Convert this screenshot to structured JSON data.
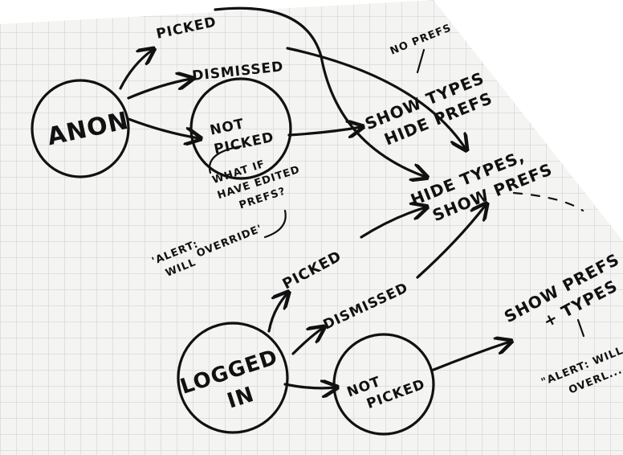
{
  "colors": {
    "paper": "#f4f4f2",
    "grid": "#c9ccd2",
    "ink": "#111111",
    "background": "#ffffff"
  },
  "diagram": {
    "anon_state": "ANON",
    "anon_picked": "PICKED",
    "anon_dismissed": "DISMISSED",
    "anon_not_picked_line1": "NOT",
    "anon_not_picked_line2": "PICKED",
    "no_prefs_note": "NO PREFS",
    "edited_prefs_note_line1": "WHAT IF",
    "edited_prefs_note_line2": "HAVE EDITED",
    "edited_prefs_note_line3": "PREFS?",
    "show_types_hide_prefs_line1": "SHOW TYPES",
    "show_types_hide_prefs_line2": "HIDE PREFS",
    "hide_types_show_prefs_line1": "HIDE TYPES,",
    "hide_types_show_prefs_line2": "SHOW PREFS",
    "alert_overlay_line1": "'ALERT:",
    "alert_overlay_line2": "WILL",
    "alert_overlay_line3": "OVERRIDE'",
    "logged_in_line1": "LOGGED",
    "logged_in_line2": "IN",
    "loggedin_picked": "PICKED",
    "loggedin_dismissed": "DISMISSED",
    "loggedin_not_picked_line1": "NOT",
    "loggedin_not_picked_line2": "PICKED",
    "show_prefs_types_line1": "SHOW PREFS",
    "show_prefs_types_line2": "+ TYPES",
    "alert_will_line1": "\"ALERT: WILL",
    "alert_will_line2": "OVERL..."
  }
}
